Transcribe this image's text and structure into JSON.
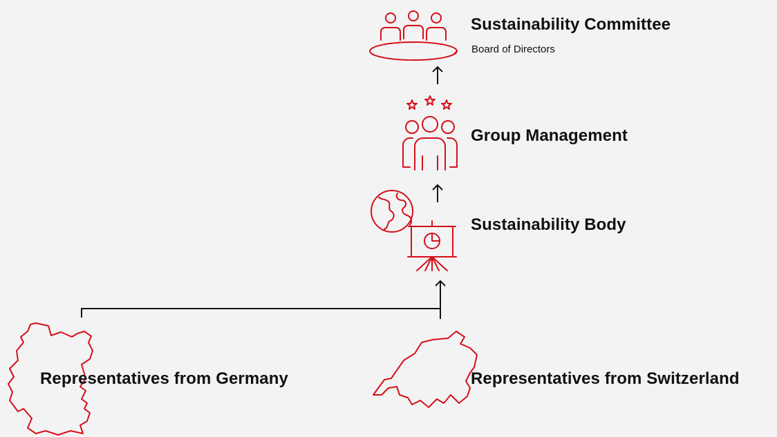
{
  "colors": {
    "accent": "#d4101a",
    "line": "#111111",
    "background": "#f3f3f3"
  },
  "nodes": {
    "committee": {
      "title": "Sustainability Committee",
      "subtitle": "Board of Directors",
      "icon": "meeting-table-icon"
    },
    "management": {
      "title": "Group Management",
      "icon": "team-stars-icon"
    },
    "body": {
      "title": "Sustainability Body",
      "icon": "globe-presentation-icon"
    },
    "germany": {
      "title": "Representatives from Germany",
      "icon": "germany-map-icon"
    },
    "switzerland": {
      "title": "Representatives from Switzerland",
      "icon": "switzerland-map-icon"
    }
  }
}
